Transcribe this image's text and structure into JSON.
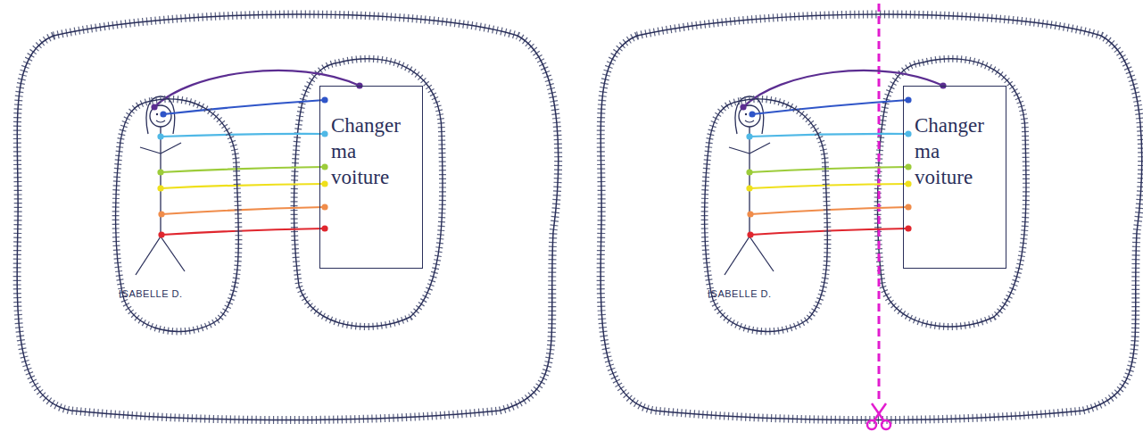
{
  "diagram": {
    "nodes": [
      {
        "text": [
          "ISABELLE D."
        ]
      },
      {
        "text": [
          "Changer ma voiture"
        ]
      },
      {
        "text": [
          "ISABELLE D."
        ]
      },
      {
        "text": [
          "Changer ma voiture"
        ]
      }
    ],
    "edges": [
      {
        "from": 0,
        "to": 1,
        "arrow": "none"
      },
      {
        "from": 0,
        "to": 1,
        "arrow": "none"
      },
      {
        "from": 0,
        "to": 1,
        "arrow": "none"
      },
      {
        "from": 0,
        "to": 1,
        "arrow": "none"
      },
      {
        "from": 0,
        "to": 1,
        "arrow": "none"
      },
      {
        "from": 0,
        "to": 1,
        "arrow": "none"
      },
      {
        "from": 0,
        "to": 1,
        "arrow": "none"
      },
      {
        "from": 2,
        "to": 3,
        "arrow": "none"
      },
      {
        "from": 2,
        "to": 3,
        "arrow": "none"
      },
      {
        "from": 2,
        "to": 3,
        "arrow": "none"
      },
      {
        "from": 2,
        "to": 3,
        "arrow": "none"
      },
      {
        "from": 2,
        "to": 3,
        "arrow": "none"
      },
      {
        "from": 2,
        "to": 3,
        "arrow": "none"
      },
      {
        "from": 2,
        "to": 3,
        "arrow": "none"
      }
    ]
  }
}
